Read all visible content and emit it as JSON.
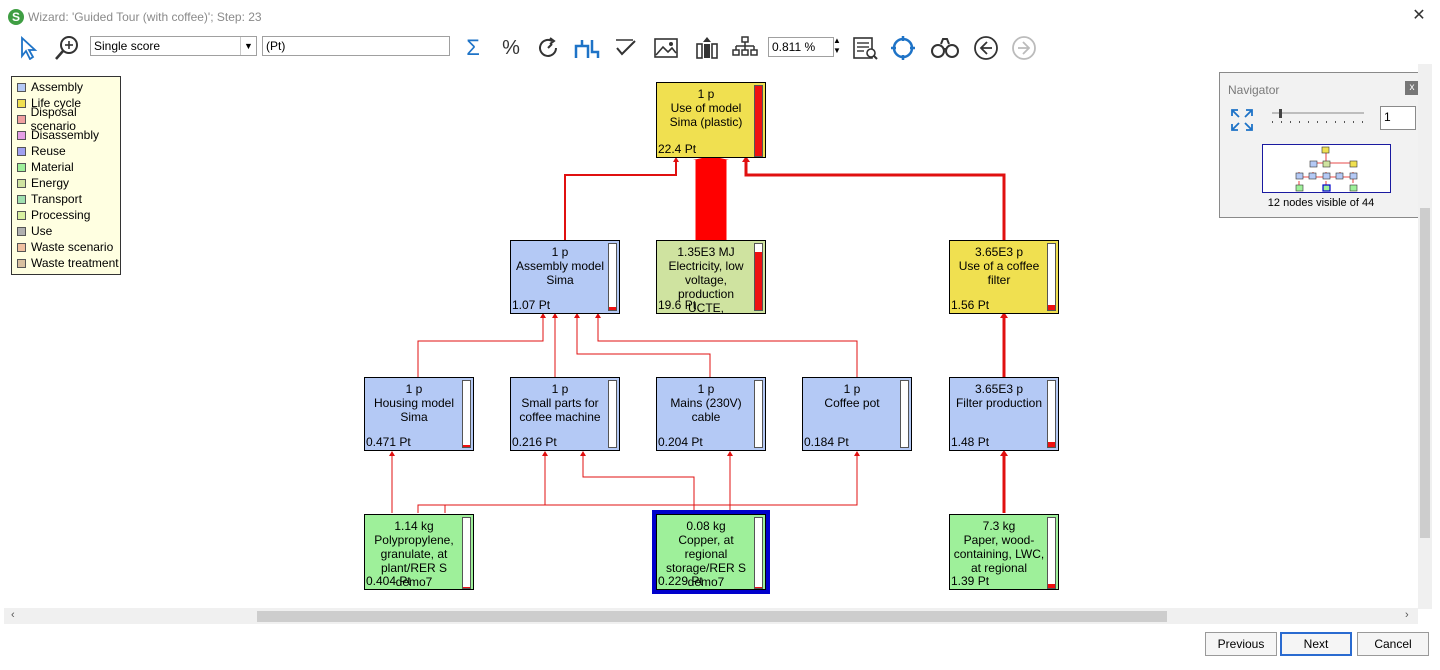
{
  "window": {
    "title": "Wizard: 'Guided Tour (with coffee)';    Step: 23",
    "app_icon": "S"
  },
  "toolbar": {
    "method_select": "Single score",
    "unit_field": "(Pt)",
    "cutoff_value": "0.811 %",
    "icons": [
      "pointer-icon",
      "zoom-icon",
      "sigma-icon",
      "percent-icon",
      "refresh-icon",
      "network-layout-icon",
      "check-edit-icon",
      "image-icon",
      "align-icon",
      "tree-icon",
      "report-icon",
      "target-icon",
      "binoculars-icon",
      "back-icon",
      "forward-icon"
    ]
  },
  "legend": {
    "items": [
      {
        "label": "Assembly",
        "color": "#b4c9f5"
      },
      {
        "label": "Life cycle",
        "color": "#f0e050"
      },
      {
        "label": "Disposal scenario",
        "color": "#f0a0a0"
      },
      {
        "label": "Disassembly",
        "color": "#e6a0e6"
      },
      {
        "label": "Reuse",
        "color": "#a0a0f0"
      },
      {
        "label": "Material",
        "color": "#9ef09a"
      },
      {
        "label": "Energy",
        "color": "#cfe3a0"
      },
      {
        "label": "Transport",
        "color": "#a0e0b0"
      },
      {
        "label": "Processing",
        "color": "#d8f0a0"
      },
      {
        "label": "Use",
        "color": "#b0b0b0"
      },
      {
        "label": "Waste scenario",
        "color": "#f0c0a0"
      },
      {
        "label": "Waste treatment",
        "color": "#d8c0a0"
      }
    ]
  },
  "nodes": {
    "use_model": {
      "amount": "1 p",
      "name": "Use of model Sima (plastic)",
      "score": "22.4 Pt",
      "fill": 1.0
    },
    "assembly": {
      "amount": "1 p",
      "name": "Assembly model Sima",
      "score": "1.07 Pt",
      "fill": 0.05
    },
    "electricity": {
      "amount": "1.35E3 MJ",
      "name": "Electricity, low voltage, production UCTE,",
      "score": "19.6 Pt",
      "fill": 0.88
    },
    "coffee_filter": {
      "amount": "3.65E3 p",
      "name": "Use of a coffee filter",
      "score": "1.56 Pt",
      "fill": 0.07
    },
    "housing": {
      "amount": "1 p",
      "name": "Housing model Sima",
      "score": "0.471 Pt",
      "fill": 0.03
    },
    "small_parts": {
      "amount": "1 p",
      "name": "Small parts for coffee machine",
      "score": "0.216 Pt",
      "fill": 0.0
    },
    "mains": {
      "amount": "1 p",
      "name": "Mains (230V) cable",
      "score": "0.204 Pt",
      "fill": 0.0
    },
    "coffee_pot": {
      "amount": "1 p",
      "name": "Coffee pot",
      "score": "0.184 Pt",
      "fill": 0.0
    },
    "filter_prod": {
      "amount": "3.65E3 p",
      "name": "Filter production",
      "score": "1.48 Pt",
      "fill": 0.07
    },
    "polypropylene": {
      "amount": "1.14 kg",
      "name": "Polypropylene, granulate, at plant/RER S demo7",
      "score": "0.404 Pt",
      "fill": 0.02
    },
    "copper": {
      "amount": "0.08 kg",
      "name": "Copper, at regional storage/RER S demo7",
      "score": "0.229 Pt",
      "fill": 0.02
    },
    "paper": {
      "amount": "7.3 kg",
      "name": "Paper, wood-containing, LWC, at regional",
      "score": "1.39 Pt",
      "fill": 0.06
    }
  },
  "navigator": {
    "title": "Navigator",
    "level": "1",
    "status": "12 nodes visible of 44"
  },
  "footer": {
    "previous": "Previous",
    "next": "Next",
    "cancel": "Cancel"
  }
}
